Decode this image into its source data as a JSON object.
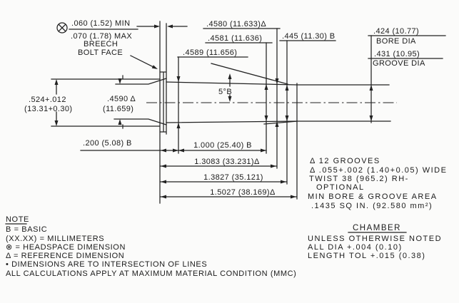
{
  "dims": {
    "headspace_min": ".060 (1.52) MIN",
    "headspace_max": ".070 (1.78) MAX",
    "breech_line1": "BREECH",
    "breech_line2": "BOLT FACE",
    "rim_dia_in": ".524+.012",
    "rim_dia_mm": "(13.31+0.30)",
    "head_dia_in": ".4590 Δ",
    "head_dia_mm": "(11.659)",
    "dia_4589": ".4589 (11.656)",
    "dia_4581": ".4581 (11.636)",
    "dia_4580": ".4580 (11.633)Δ",
    "dia_445": ".445 (11.30) B",
    "bore_dia_value": ".424 (10.77)",
    "bore_dia_label": "BORE DIA",
    "groove_dia_value": ".431 (10.95)",
    "groove_dia_label": "GROOVE DIA",
    "throat_angle": "5°B",
    "len_200": ".200 (5.08) B",
    "len_1000": "1.000 (25.40) B",
    "len_13083": "1.3083 (33.231)Δ",
    "len_13827": "1.3827 (35.121)",
    "len_15027": "1.5027 (38.169)Δ"
  },
  "rifling_notes": [
    "Δ 12 GROOVES",
    "Δ .055+.002 (1.40+0.05) WIDE",
    "TWIST 38 (965.2) RH-",
    "OPTIONAL",
    "MIN BORE & GROOVE AREA",
    ".1435 SQ IN. (92.580 mm²)"
  ],
  "chamber_block": {
    "title": "CHAMBER",
    "lines": [
      "UNLESS OTHERWISE NOTED",
      "ALL DIA +.004 (0.10)",
      "LENGTH TOL +.015 (0.38)"
    ]
  },
  "note_block": {
    "title": "NOTE",
    "lines": [
      "B = BASIC",
      "(XX.XX) = MILLIMETERS",
      "⊗ = HEADSPACE DIMENSION",
      "Δ = REFERENCE DIMENSION",
      "• DIMENSIONS ARE TO INTERSECTION OF LINES",
      "ALL CALCULATIONS APPLY AT MAXIMUM MATERIAL CONDITION (MMC)"
    ]
  }
}
